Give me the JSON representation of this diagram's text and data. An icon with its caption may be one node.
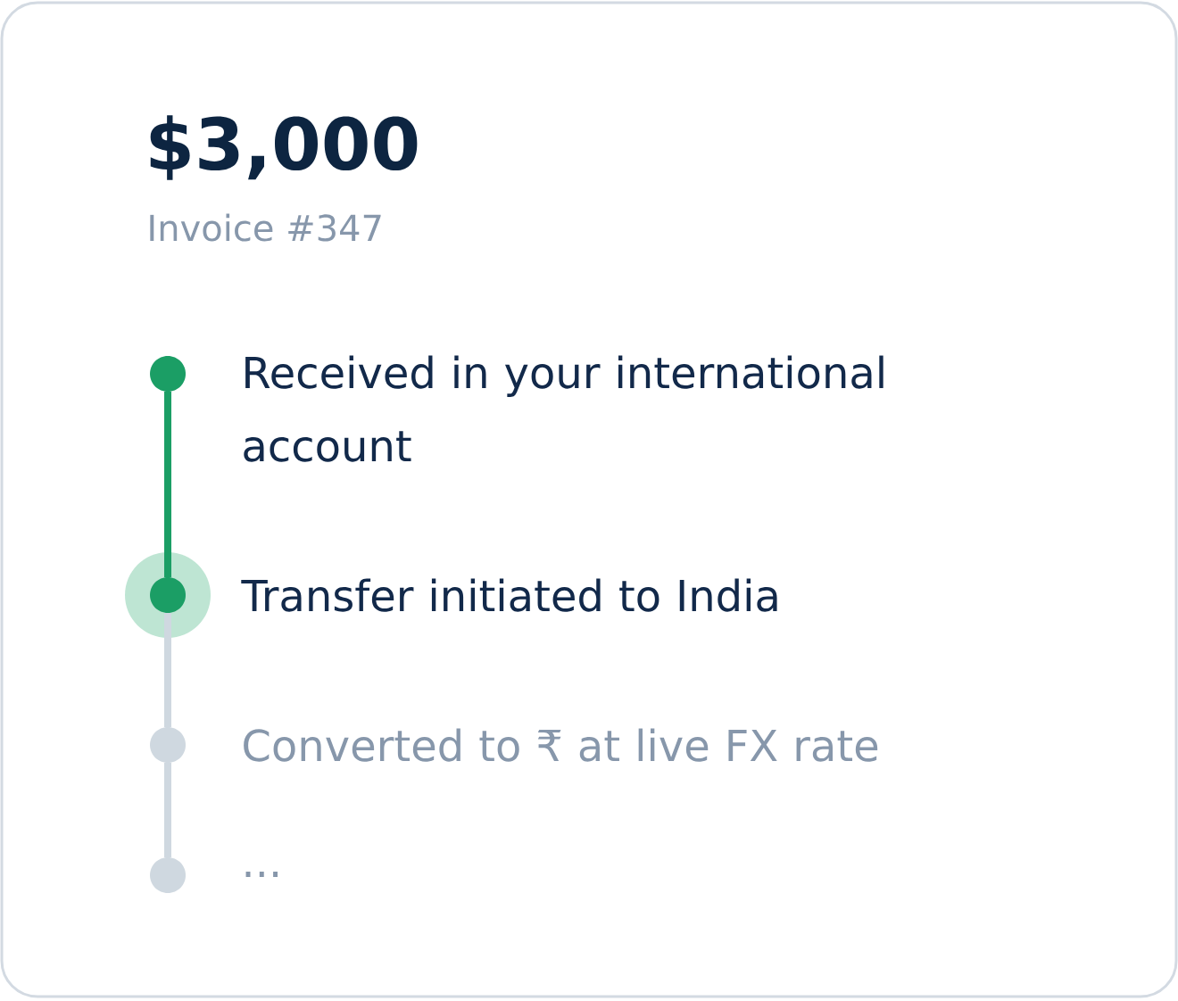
{
  "diagram": {
    "nodes": [
      {
        "text": [
          "$3,000",
          "Invoice #347"
        ]
      },
      {
        "text": [],
        "shape": "circle",
        "beside": [
          "Received in your international account"
        ],
        "in": 0
      },
      {
        "text": [],
        "shape": "circle",
        "beside": [
          "Transfer initiated to India"
        ],
        "in": 0
      },
      {
        "text": [],
        "shape": "circle",
        "beside": [
          "Converted to ₹ at live FX rate"
        ],
        "in": 0
      },
      {
        "text": [],
        "shape": "circle",
        "beside": [
          "..."
        ],
        "in": 0
      }
    ],
    "edges": [
      {
        "from": 1,
        "to": 2,
        "arrow": "none",
        "color": "#1b9e65"
      },
      {
        "from": 2,
        "to": 3,
        "arrow": "none"
      },
      {
        "from": 3,
        "to": 4,
        "arrow": "none"
      }
    ]
  }
}
